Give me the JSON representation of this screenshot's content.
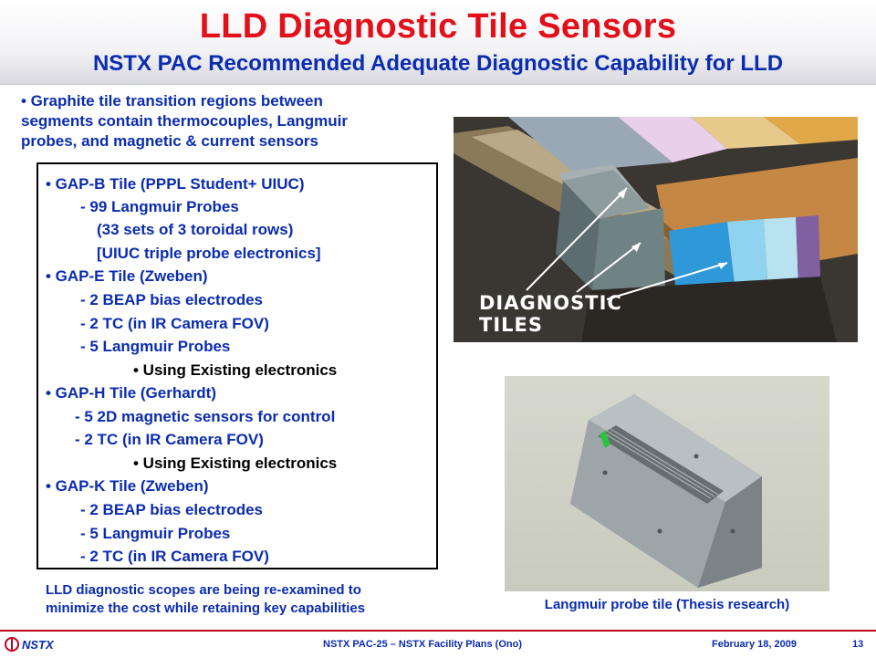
{
  "header": {
    "title": "LLD Diagnostic Tile Sensors",
    "subtitle": "NSTX PAC Recommended Adequate Diagnostic Capability for LLD"
  },
  "intro": {
    "lines": [
      "• Graphite tile  transition regions between",
      "segments contain thermocouples, Langmuir",
      "probes, and magnetic & current sensors"
    ]
  },
  "tiles": {
    "lines": [
      "• GAP-B Tile (PPPL Student+ UIUC)",
      "- 99 Langmuir Probes",
      "(33 sets of 3 toroidal rows)",
      "[UIUC triple probe electronics]",
      "• GAP-E Tile (Zweben)",
      "- 2 BEAP bias electrodes",
      "- 2 TC (in IR Camera FOV)",
      "- 5 Langmuir Probes",
      "• Using Existing electronics",
      "• GAP-H Tile (Gerhardt)",
      "- 5 2D magnetic sensors for control",
      "- 2 TC (in IR Camera FOV)",
      "• Using Existing electronics",
      "• GAP-K Tile (Zweben)",
      "- 2 BEAP bias electrodes",
      "- 5 Langmuir Probes",
      "- 2 TC (in IR Camera FOV)"
    ]
  },
  "note": {
    "lines": [
      "LLD diagnostic scopes are being re-examined to",
      "minimize the cost while retaining key capabilities"
    ]
  },
  "photo1": {
    "label_lines": [
      "DIAGNOSTIC",
      "TILES"
    ]
  },
  "photo2": {
    "caption": "Langmuir probe tile (Thesis research)"
  },
  "footer": {
    "logo_text": "NSTX",
    "center_text": "NSTX PAC-25 – NSTX Facility Plans (Ono)",
    "date": "February 18, 2009",
    "page_number": "13"
  },
  "colors": {
    "title_red": "#e3101a",
    "body_blue": "#0a2cb0",
    "footer_rule": "#c00018"
  }
}
